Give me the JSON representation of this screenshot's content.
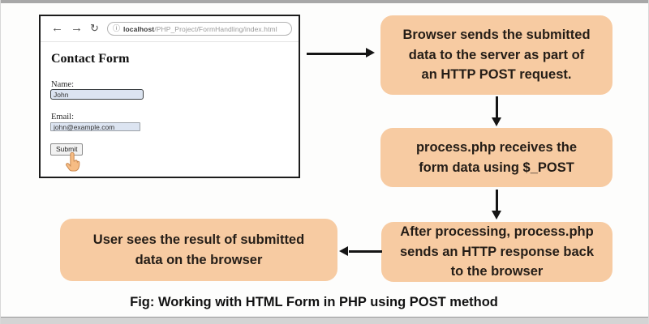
{
  "page": {
    "caption": "Fig: Working with HTML Form in PHP using POST method",
    "accent_color": "#f7cba2",
    "arrow_color": "#151515"
  },
  "browser": {
    "back_icon": "←",
    "forward_icon": "→",
    "refresh_icon": "↻",
    "info_icon": "ⓘ",
    "url_host": "localhost",
    "url_path": "/PHP_Project/FormHandling/index.html",
    "form": {
      "heading": "Contact Form",
      "name_label": "Name:",
      "name_value": "John",
      "email_label": "Email:",
      "email_value": "john@example.com",
      "submit_label": "Submit"
    }
  },
  "flow": {
    "step1": "Browser sends the submitted\ndata to the server as part of\nan HTTP POST request.",
    "step2": "process.php receives the\nform data using $_POST",
    "step3": "After processing, process.php\nsends an HTTP response back\nto the browser",
    "step4": "User sees the result of submitted\ndata on the browser"
  }
}
